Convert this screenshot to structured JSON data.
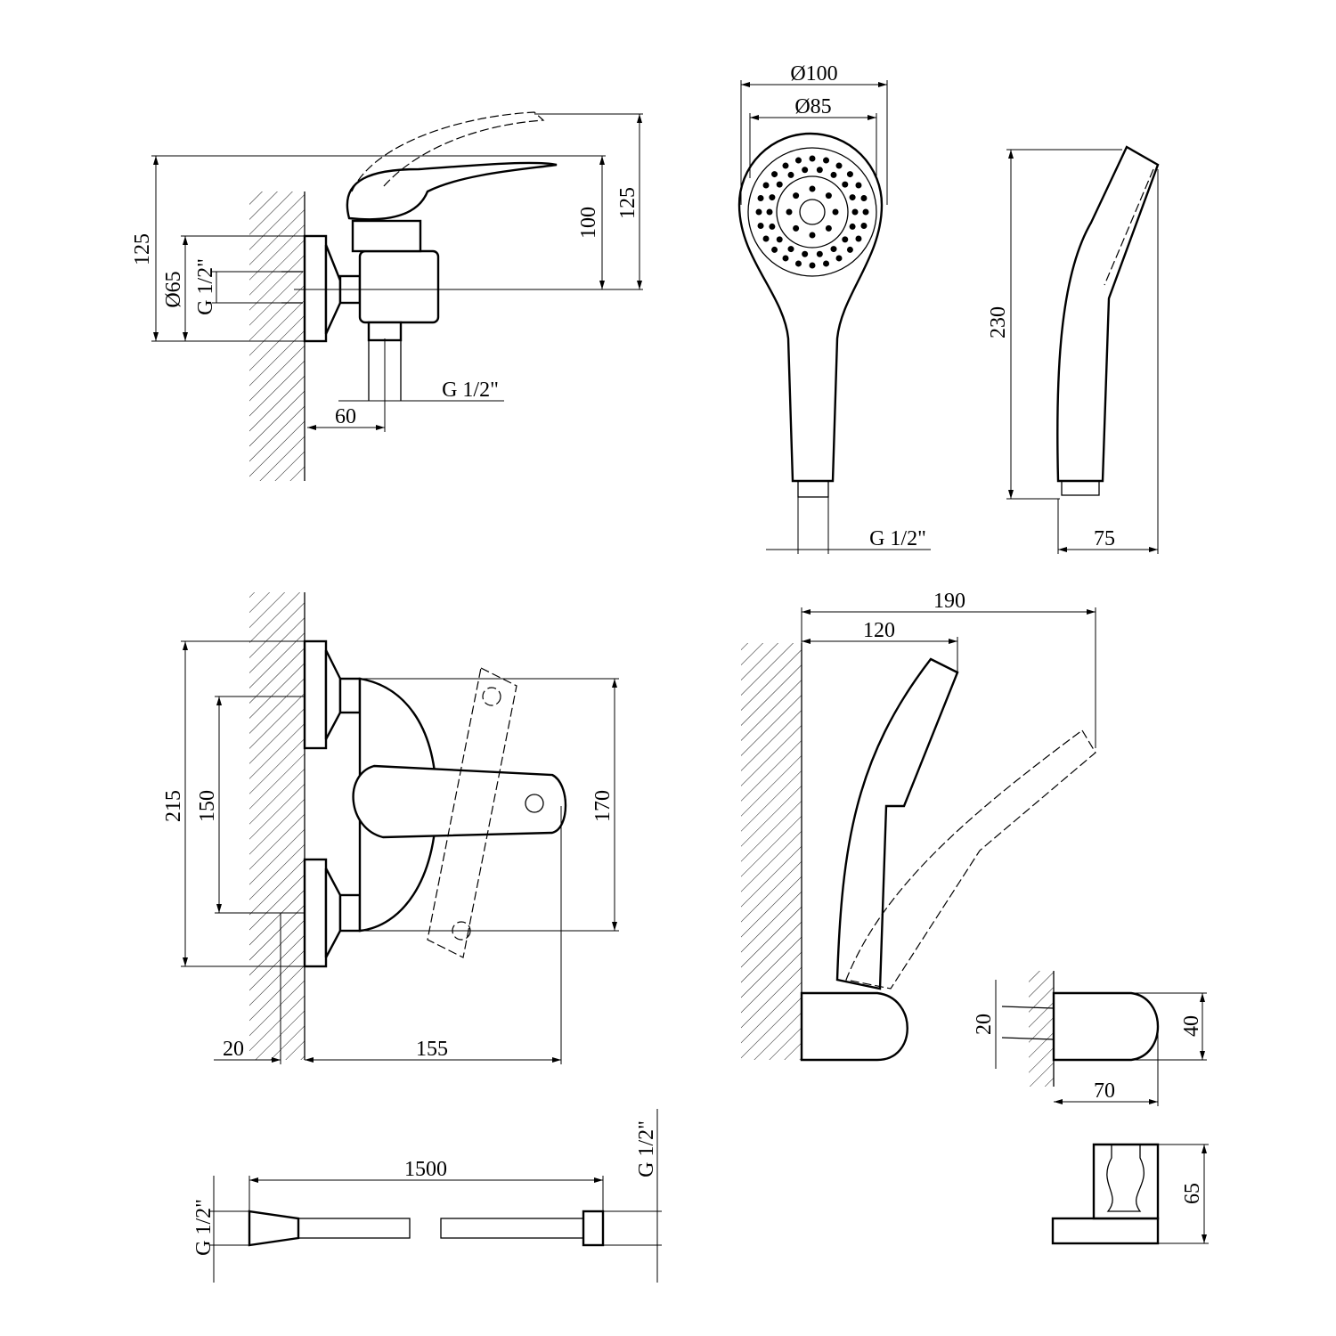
{
  "faucet_side": {
    "height_total": "125",
    "height_handle": "125",
    "height_spout": "100",
    "flange_dia": "Ø65",
    "inlet_thread": "G 1/2\"",
    "outlet_thread": "G 1/2\"",
    "wall_offset": "60"
  },
  "shower_head_front": {
    "outer_dia": "Ø100",
    "inner_dia": "Ø85",
    "thread": "G 1/2\""
  },
  "shower_head_side": {
    "length": "230",
    "depth": "75"
  },
  "faucet_front": {
    "height_total": "215",
    "inlet_spacing": "150",
    "handle_height": "170",
    "eccentric_offset": "20",
    "projection": "155"
  },
  "holder_assembly": {
    "reach_total": "190",
    "reach_holder": "120"
  },
  "wall_holder": {
    "screw_spacing": "20",
    "height": "40",
    "depth": "70",
    "front_height": "65"
  },
  "hose": {
    "length": "1500",
    "thread_left": "G 1/2\"",
    "thread_right": "G 1/2\""
  }
}
